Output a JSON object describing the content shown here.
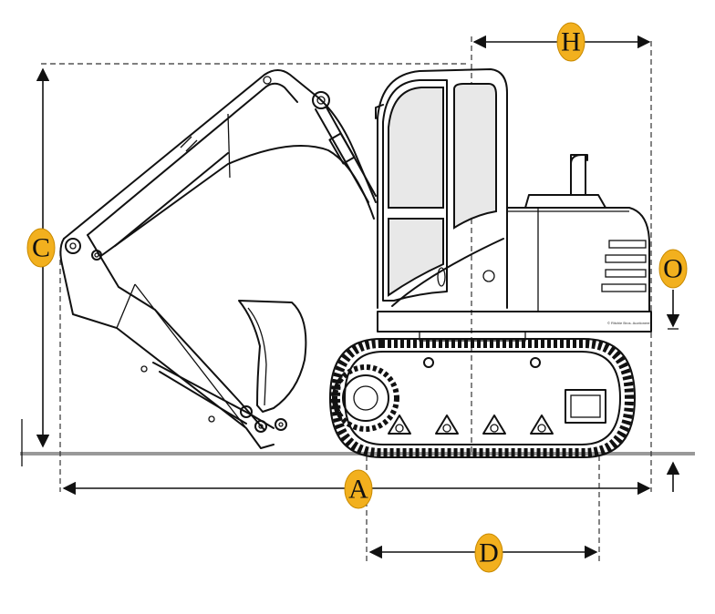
{
  "diagram": {
    "subject": "excavator-side-view",
    "dimension_labels": {
      "A": "A",
      "C": "C",
      "D": "D",
      "H": "H",
      "O": "O"
    },
    "copyright": "© Ritchie Bros. Auctioneers",
    "colors": {
      "badge_fill": "#f2b01e",
      "line": "#111111",
      "window": "#e8e8e8",
      "background": "#ffffff"
    }
  }
}
